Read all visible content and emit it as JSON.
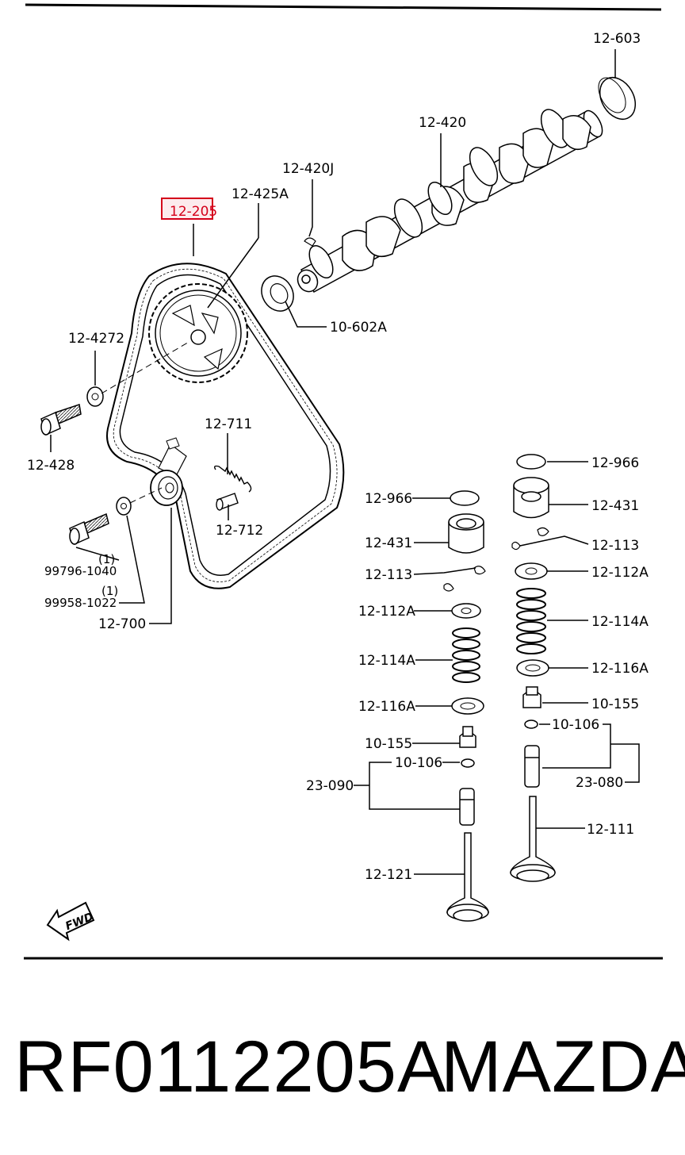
{
  "diagram": {
    "highlighted_part": "12-205",
    "labels": {
      "l12603": "12-603",
      "l12420": "12-420",
      "l12420J": "12-420J",
      "l12425A": "12-425A",
      "l12205": "12-205",
      "l10602A": "10-602A",
      "l124272": "12-4272",
      "l12428": "12-428",
      "l12711": "12-711",
      "l12712": "12-712",
      "l99796": "99796-1040",
      "l99796q": "(1)",
      "l99958": "99958-1022",
      "l99958q": "(1)",
      "l12700": "12-700",
      "l12966r": "12-966",
      "l12431r": "12-431",
      "l12113r": "12-113",
      "l12112Ar": "12-112A",
      "l12114Ar": "12-114A",
      "l12116Ar": "12-116A",
      "l10155r": "10-155",
      "l10106r": "10-106",
      "l23080": "23-080",
      "l12111": "12-111",
      "l12966l": "12-966",
      "l12431l": "12-431",
      "l12113l": "12-113",
      "l12112Al": "12-112A",
      "l12114Al": "12-114A",
      "l12116Al": "12-116A",
      "l10155l": "10-155",
      "l10106l": "10-106",
      "l23090": "23-090",
      "l12121": "12-121"
    },
    "fwd_mark": "FWD",
    "highlight_color": "#d4001a"
  },
  "footer": {
    "part_number": "RF0112205A",
    "brand": "MAZDA"
  }
}
